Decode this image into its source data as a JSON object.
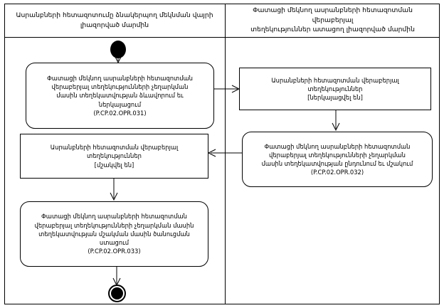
{
  "diagram": {
    "title": "UML activity diagram with two swimlanes",
    "stroke_color": "#000000",
    "background_color": "#ffffff"
  },
  "lanes": [
    {
      "id": "lane-left",
      "header": "Ասրանբների հետազոտումը ձնակերպող  մեկնման վայրի\nլիազորված մարմին"
    },
    {
      "id": "lane-right",
      "header": "Փատացի մեկնող ասրանբների հետազոտման վերաբերյալ\nտեղեկություններ ատացող լիազորված մարմին"
    }
  ],
  "nodes": [
    {
      "id": "start",
      "type": "initial-node",
      "lane": "lane-left",
      "label": ""
    },
    {
      "id": "opr031",
      "type": "activity",
      "lane": "lane-left",
      "label": "Փատացի մեկնող ասրանբների հետազոտման\nվերաբերյալ տեղեկությունների չեղարկման\nմասին տեղեկատվության ձևավորում եւ\nներկայացում\n(P.CP.02.OPR.031)",
      "code": "P.CP.02.OPR.031"
    },
    {
      "id": "obj-presented",
      "type": "object-node",
      "lane": "lane-right",
      "label": "Ասրանբների հետազոտման վերաբերյալ\nտեղեկություններ\n[ներկայացվել են]",
      "state": "[ներկայացվել են]"
    },
    {
      "id": "opr032",
      "type": "activity",
      "lane": "lane-right",
      "label": "Փատացի մեկնող ասրանբների հետազոտման\nվերաբերյալ տեղեկությունների չեղարկման\nմասին տեղեկատվության ընդունում եւ մշակում\n(P.CP.02.OPR.032)",
      "code": "P.CP.02.OPR.032"
    },
    {
      "id": "obj-processed",
      "type": "object-node",
      "lane": "lane-left",
      "label": "Ասրանբների հետազոտման վերաբերյալ\nտեղեկություններ\n[մշակվել են]",
      "state": "[մշակվել են]"
    },
    {
      "id": "opr033",
      "type": "activity",
      "lane": "lane-left",
      "label": "Փատացի մեկնող ասրանբների հետազոտման\nվերաբերյալ տեղեկությունների չեղարկման մասին\nտեղեկատվության մշակման մասին ծանուցման\nստացում\n(P.CP.02.OPR.033)",
      "code": "P.CP.02.OPR.033"
    },
    {
      "id": "end",
      "type": "final-node",
      "lane": "lane-left",
      "label": ""
    }
  ],
  "edges": [
    {
      "id": "edge-start-opr031",
      "from": "start",
      "to": "opr031",
      "label": ""
    },
    {
      "id": "edge-opr031-presented",
      "from": "opr031",
      "to": "obj-presented",
      "label": ""
    },
    {
      "id": "edge-presented-opr032",
      "from": "obj-presented",
      "to": "opr032",
      "label": ""
    },
    {
      "id": "edge-opr032-processed",
      "from": "opr032",
      "to": "obj-processed",
      "label": ""
    },
    {
      "id": "edge-processed-opr033",
      "from": "obj-processed",
      "to": "opr033",
      "label": ""
    },
    {
      "id": "edge-opr033-end",
      "from": "opr033",
      "to": "end",
      "label": ""
    }
  ]
}
